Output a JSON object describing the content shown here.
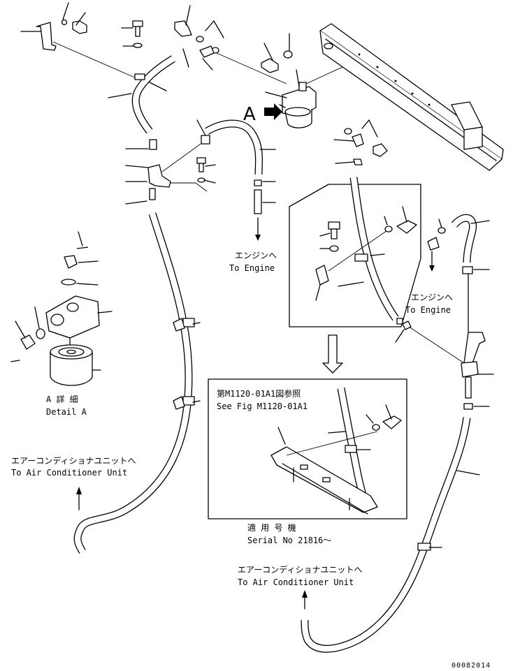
{
  "labels": {
    "engine_jp_1": "エンジンへ",
    "engine_en_1": "To Engine",
    "engine_jp_2": "エンジンへ",
    "engine_en_2": "To Engine",
    "detail_jp": "A 詳 細",
    "detail_en": "Detail A",
    "ac_jp_1": "エアーコンディショナユニットへ",
    "ac_en_1": "To Air Conditioner Unit",
    "ac_jp_2": "エアーコンディショナユニットへ",
    "ac_en_2": "To Air Conditioner Unit",
    "see_fig_jp": "第M1120-01A1図参照",
    "see_fig_en": "See Fig M1120-01A1",
    "serial_jp": "適 用 号 機",
    "serial_en": "Serial No 21816～",
    "view_marker": "A",
    "drawing_number": "00082014"
  }
}
